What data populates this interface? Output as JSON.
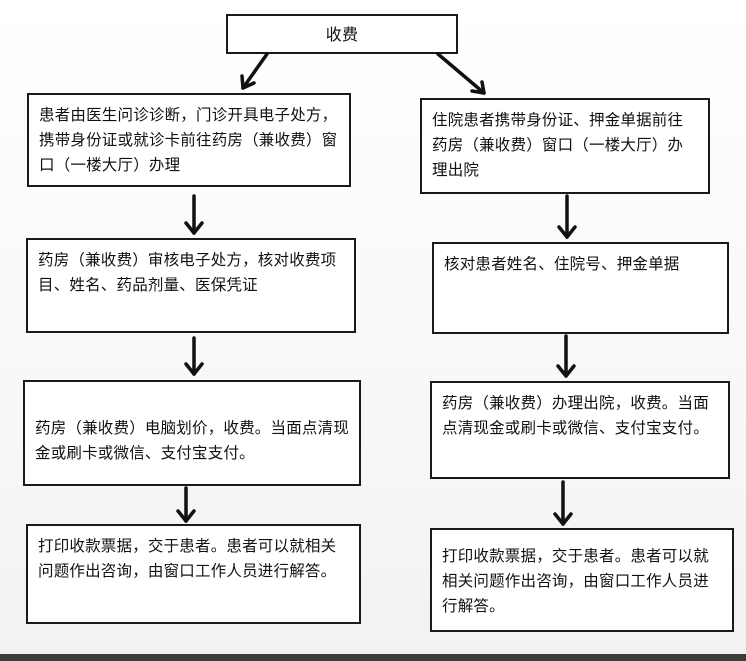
{
  "title": "收费",
  "left_column": [
    "患者由医生问诊诊断，门诊开具电子处方，携带身份证或就诊卡前往药房（兼收费）窗口（一楼大厅）办理",
    "药房（兼收费）审核电子处方，核对收费项目、姓名、药品剂量、医保凭证",
    "药房（兼收费）电脑划价，收费。当面点清现金或刷卡或微信、支付宝支付。",
    "打印收款票据，交于患者。患者可以就相关问题作出咨询，由窗口工作人员进行解答。"
  ],
  "right_column": [
    "住院患者携带身份证、押金单据前往药房（兼收费）窗口（一楼大厅）办理出院",
    "核对患者姓名、住院号、押金单据",
    "药房（兼收费）办理出院，收费。当面点清现金或刷卡或微信、支付宝支付。",
    "打印收款票据，交于患者。患者可以就相关问题作出咨询，由窗口工作人员进行解答。"
  ]
}
